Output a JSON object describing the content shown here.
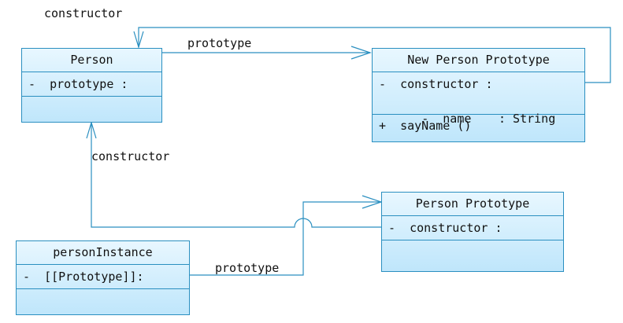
{
  "classes": {
    "person": {
      "name": "Person",
      "attrs": [
        "-  prototype :"
      ],
      "ops": []
    },
    "new_person_prototype": {
      "name": "New Person Prototype",
      "attrs": [
        "-  constructor :",
        "-  name"
      ],
      "attr_types": [
        "",
        ": String"
      ],
      "ops": [
        "+  sayName ()"
      ]
    },
    "person_prototype": {
      "name": "Person Prototype",
      "attrs": [
        "-  constructor :"
      ],
      "ops": []
    },
    "person_instance": {
      "name": "personInstance",
      "attrs": [
        "-  [[Prototype]]:"
      ],
      "ops": []
    }
  },
  "labels": {
    "top_constructor": "constructor",
    "top_prototype": "prototype",
    "mid_constructor": "constructor",
    "bottom_prototype": "prototype"
  },
  "colors": {
    "border": "#2a8fc0",
    "line": "#2a8fc0",
    "fill_top": "#e8f7ff",
    "fill_bottom": "#bfe6fb"
  }
}
